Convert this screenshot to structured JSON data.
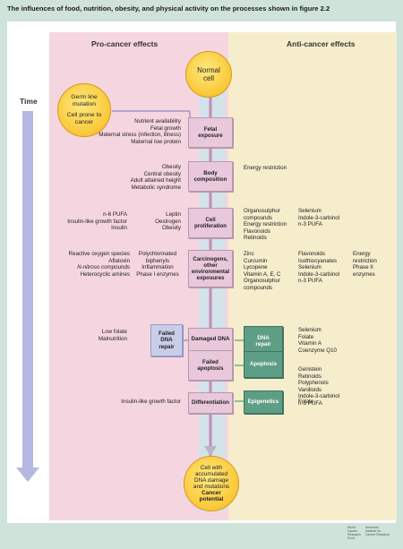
{
  "title": "The influences of food, nutrition, obesity, and physical activity on the processes shown in figure 2.2",
  "headers": {
    "pro": "Pro-cancer effects",
    "anti": "Anti-cancer effects"
  },
  "time_label": "Time",
  "normal_cell": [
    "Normal",
    "cell"
  ],
  "germ_line": [
    "Germ line",
    "mutation",
    "Cell prone to",
    "cancer"
  ],
  "final_cell": [
    "Cell with",
    "accumulated",
    "DNA damage",
    "and mutations",
    "Cancer",
    "potential"
  ],
  "stages": {
    "fetal": [
      "Fetal",
      "exposure"
    ],
    "body": [
      "Body",
      "composition"
    ],
    "prolif": [
      "Cell",
      "proliferation"
    ],
    "carcin": [
      "Carcinogens,",
      "other",
      "environmental",
      "exposures"
    ],
    "damaged": [
      "Damaged DNA"
    ],
    "failed_apop": [
      "Failed",
      "apoptosis"
    ],
    "diff": [
      "Differentiation"
    ]
  },
  "failed_dna_repair": [
    "Failed",
    "DNA",
    "repair"
  ],
  "green": {
    "dna_repair": [
      "DNA",
      "repair"
    ],
    "apoptosis": [
      "Apoptosis"
    ],
    "epigenetics": [
      "Epigenetics"
    ]
  },
  "pro": {
    "fetal": [
      "Nutrient availability",
      "Fetal growth",
      "Maternal stress (infection, illness)",
      "Maternal low protein"
    ],
    "body": [
      "Obesity",
      "Central obesity",
      "Adult attained height",
      "Metabolic syndrome"
    ],
    "prolif_a": [
      "n-6 PUFA",
      "Insulin-like growth factor",
      "Insulin"
    ],
    "prolif_b": [
      "Leptin",
      "Oestrogen",
      "Obesity"
    ],
    "carcin_a": [
      "Reactive oxygen species",
      "Aflatoxin",
      "N-nitroso compounds",
      "Heterocyclic amines"
    ],
    "carcin_b": [
      "Polychlorinated",
      "biphenyls",
      "Inflammation",
      "Phase I enzymes"
    ],
    "damaged": [
      "Low folate",
      "Malnutrition"
    ],
    "diff": [
      "Insulin-like growth factor"
    ]
  },
  "anti": {
    "body": [
      "Energy restriction"
    ],
    "prolif_a": [
      "Organosulphur",
      "compounds",
      "Energy restriction",
      "Flavonoids",
      "Retinoids"
    ],
    "prolif_b": [
      "Selenium",
      "Indole-3-carbinol",
      "n-3 PUFA"
    ],
    "carcin_a": [
      "Zinc",
      "Curcumin",
      "Lycopene",
      "Vitamin A, E, C",
      "Organosulphur",
      "compounds"
    ],
    "carcin_b": [
      "Flavonoids",
      "Isothiocyanates",
      "Selenium",
      "Indole-3-carbinol",
      "n-3 PUFA"
    ],
    "carcin_c": [
      "Energy",
      "restriction",
      "Phase II",
      "enzymes"
    ],
    "dna_repair": [
      "Selenium",
      "Folate",
      "Vitamin A",
      "Coenzyme Q10"
    ],
    "apoptosis": [
      "Genistein",
      "Retinoids",
      "Polyphenols",
      "Vanilloids",
      "Indole-3-carbinol",
      "n-3 PUFA"
    ],
    "epigenetics": [
      "Folate"
    ]
  },
  "footer": [
    "World",
    "Cancer",
    "Research",
    "Fund",
    "American",
    "Institute for",
    "Cancer Research"
  ]
}
